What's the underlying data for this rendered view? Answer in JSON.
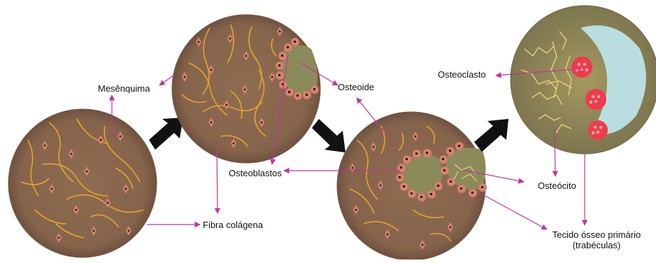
{
  "labels": {
    "mesenquima": "Mesênquima",
    "osteoide": "Osteoide",
    "osteoblastos": "Osteoblastos",
    "fibra": "Fibra colágena",
    "osteoclasto": "Osteoclasto",
    "osteocito": "Osteócito",
    "tecido_line1": "Tecido ósseo primário",
    "tecido_line2": "(trabéculas)"
  },
  "colors": {
    "tissue": "#8c6a50",
    "fiber": "#e6a52a",
    "cell": "#d7826e",
    "osteoid": "#8b8a5a",
    "arrow": "#c0369b",
    "osteoclast": "#ef3b4a",
    "bone_blue": "#bfe8ef"
  }
}
